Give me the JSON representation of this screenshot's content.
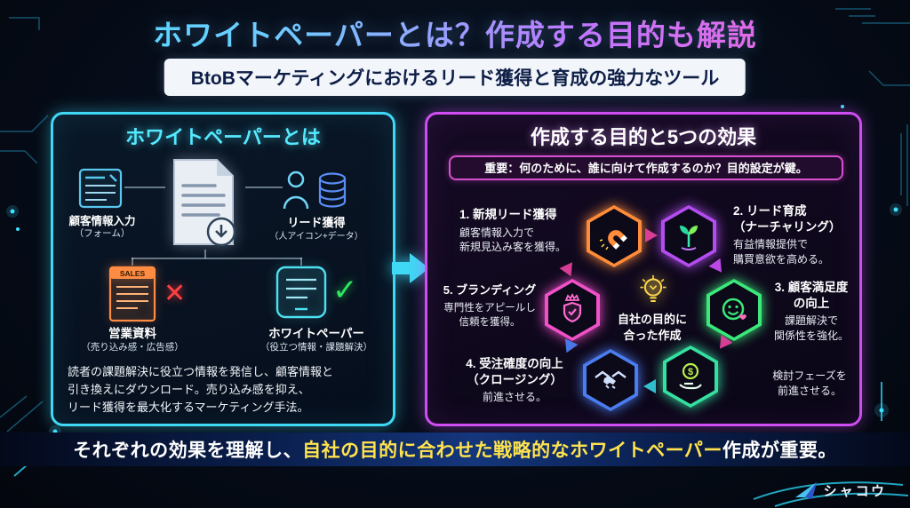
{
  "header": {
    "title": "ホワイトペーパーとは？作成する目的も解説",
    "subtitle": "BtoBマーケティングにおけるリード獲得と育成の強力なツール"
  },
  "left_panel": {
    "title": "ホワイトペーパーとは",
    "flow": {
      "form_label": "顧客情報入力",
      "form_sub": "（フォーム）",
      "lead_label": "リード獲得",
      "lead_sub": "（人アイコン+データ）"
    },
    "compare": {
      "sales_badge": "SALES",
      "sales_label": "営業資料",
      "sales_sub": "（売り込み感・広告感）",
      "cross_mark": "✕",
      "wp_label": "ホワイトペーパー",
      "wp_sub": "（役立つ情報・課題解決）",
      "check_mark": "✓"
    },
    "description": "読者の課題解決に役立つ情報を発信し、顧客情報と\n引き換えにダウンロード。売り込み感を抑え、\nリード獲得を最大化するマーケティング手法。"
  },
  "right_panel": {
    "title": "作成する目的と5つの効果",
    "important_note": "重要：何のために、誰に向けて作成するのか？目的設定が鍵。",
    "center": {
      "label": "自社の目的に\n合った作成"
    },
    "effects": [
      {
        "title": "1. 新規リード獲得",
        "desc": "顧客情報入力で\n新規見込み客を獲得。"
      },
      {
        "title": "2. リード育成\n（ナーチャリング）",
        "desc": "有益情報提供で\n購買意欲を高める。"
      },
      {
        "title": "3. 顧客満足度\nの向上",
        "desc": "課題解決で\n関係性を強化。"
      },
      {
        "title": "4. 受注確度の向上\n（クロージング）",
        "desc": "前進させる。"
      },
      {
        "title": "5. ブランディング",
        "desc": "専門性をアピールし\n信頼を獲得。"
      }
    ],
    "side_note": "検討フェーズを\n前進させる。"
  },
  "footer": {
    "part1": "それぞれの効果を理解し、",
    "part2": "自社の目的に合わせた戦略的なホワイトペーパー",
    "part3": "作成が重要。"
  },
  "logo": {
    "name": "シャコウ"
  },
  "icon_glyphs": {
    "dollar": "$"
  },
  "icons": {
    "form": "form-document-icon",
    "document_download": "document-download-icon",
    "person": "person-icon",
    "database": "database-icon",
    "sales_doc": "sales-document-icon",
    "cross": "cross-icon",
    "tablet": "whitepaper-tablet-icon",
    "check": "check-icon",
    "flow_arrow": "flow-arrow-icon",
    "magnet": "magnet-icon",
    "sprout": "sprout-icon",
    "smiley": "smiley-heart-icon",
    "money_hand": "money-hand-icon",
    "handshake": "handshake-icon",
    "shield_crown": "shield-crown-icon",
    "lightbulb": "lightbulb-icon",
    "logo_plane": "paper-plane-icon"
  },
  "colors": {
    "cyan": "#3fd8f5",
    "magenta": "#cf4df2",
    "yellow": "#ffe34d",
    "orange": "#ff8c3a",
    "green": "#3be87a",
    "blue": "#4a7df0",
    "pink": "#f050c8"
  }
}
